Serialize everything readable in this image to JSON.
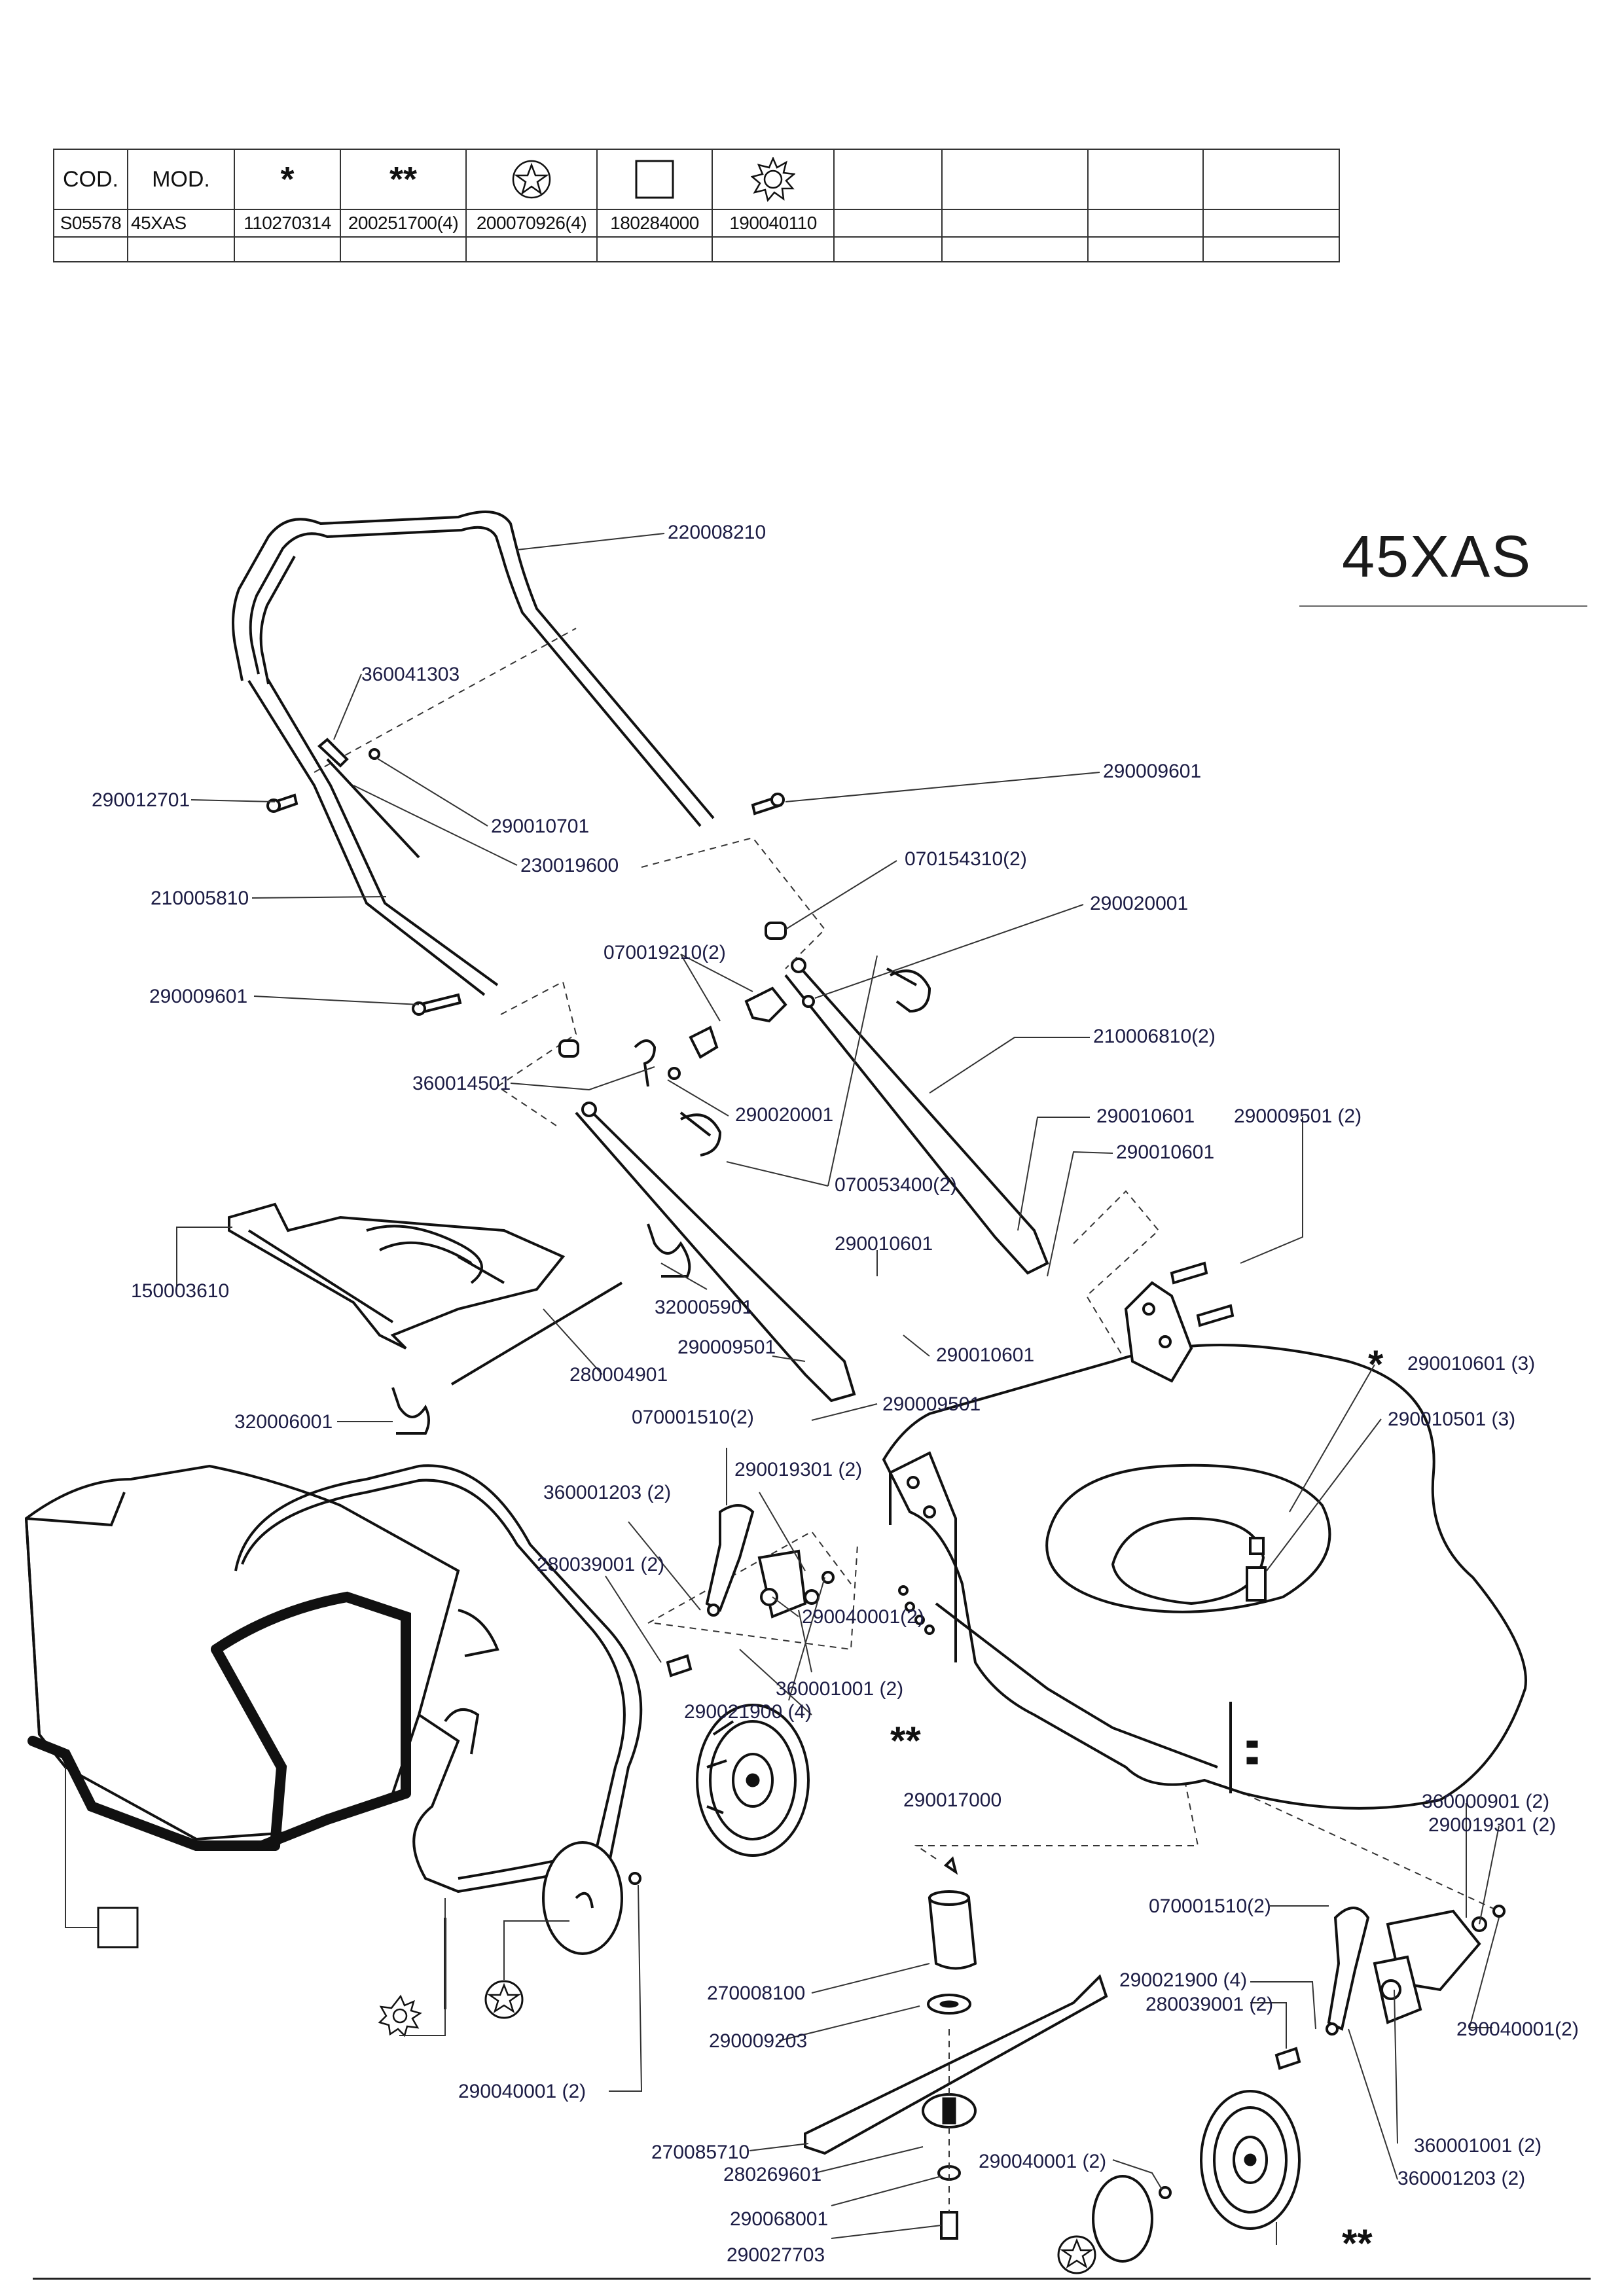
{
  "table": {
    "headers": [
      "COD.",
      "MOD.",
      "*",
      "**",
      "star-in-circle-icon",
      "square-icon",
      "sun-icon",
      "",
      "",
      "",
      ""
    ],
    "row": [
      "S05578",
      "45XAS",
      "110270314",
      "200251700(4)",
      "200070926(4)",
      "180284000",
      "190040110",
      "",
      "",
      "",
      ""
    ]
  },
  "model_title": "45XAS",
  "labels": {
    "l01": "220008210",
    "l02": "360041303",
    "l03": "290009601",
    "l04": "290012701",
    "l05": "290010701",
    "l06": "230019600",
    "l07": "210005810",
    "l08": "070154310(2)",
    "l09": "290020001",
    "l10": "070019210(2)",
    "l11": "290009601",
    "l12": "210006810(2)",
    "l13": "360014501",
    "l14": "290020001",
    "l15": "290010601",
    "l16": "290009501 (2)",
    "l17": "290010601",
    "l18": "070053400(2)",
    "l19": "150003610",
    "l20": "290010601",
    "l21": "320005901",
    "l22": "290009501",
    "l23": "290010601",
    "l24": "280004901",
    "l25": "290009501",
    "l26": "290010601 (3)",
    "l27": "320006001",
    "l28": "070001510(2)",
    "l29": "290010501 (3)",
    "l30": "290019301 (2)",
    "l31": "360001203 (2)",
    "l32": "280039001 (2)",
    "l33": "290040001(2)",
    "l34": "360001001 (2)",
    "l35": "290021900 (4)",
    "l36": "290017000",
    "l37": "360000901 (2)",
    "l38": "290019301 (2)",
    "l39": "070001510(2)",
    "l40": "290021900 (4)",
    "l41": "280039001 (2)",
    "l42": "270008100",
    "l43": "290040001(2)",
    "l44": "290009203",
    "l45": "290040001 (2)",
    "l46": "270085710",
    "l47": "360001001 (2)",
    "l48": "280269601",
    "l49": "290040001 (2)",
    "l50": "360001203 (2)",
    "l51": "290068001",
    "l52": "290027703"
  },
  "callout_marks": {
    "wheel_front": "**",
    "wheel_rear": "**",
    "deck": "*"
  }
}
